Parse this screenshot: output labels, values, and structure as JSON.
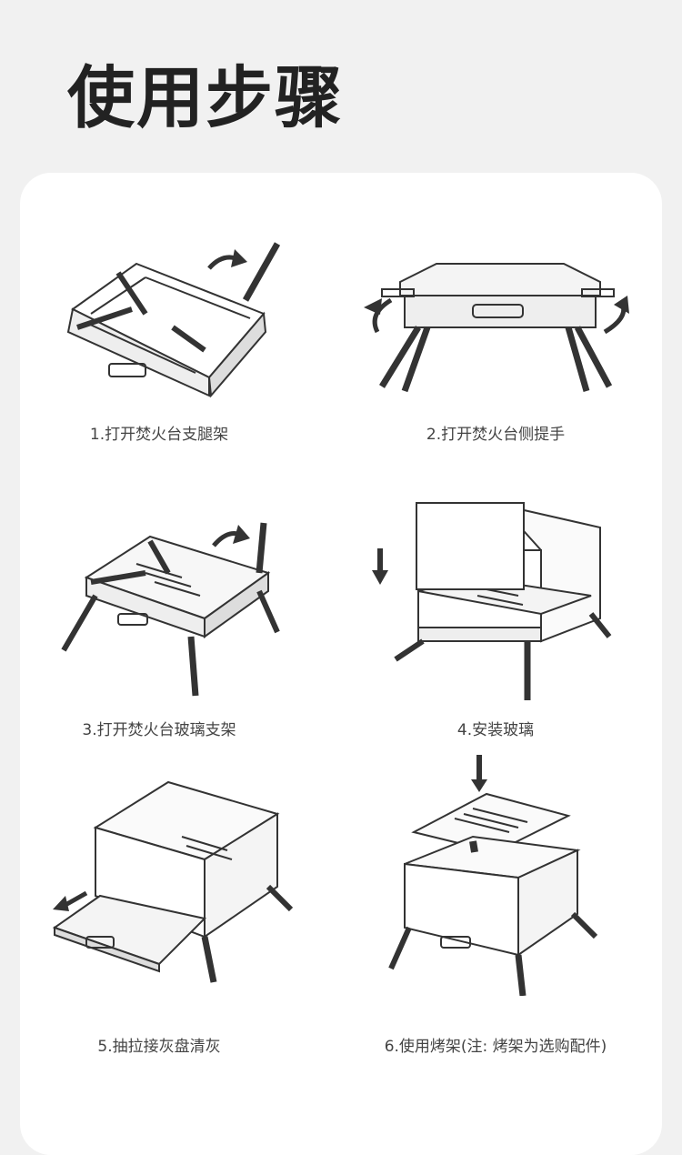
{
  "title": "使用步骤",
  "steps": [
    {
      "caption": "1.打开焚火台支腿架",
      "icon": "rotate-arrow"
    },
    {
      "caption": "2.打开焚火台侧提手",
      "icon": "rotate-arrows"
    },
    {
      "caption": "3.打开焚火台玻璃支架",
      "icon": "rotate-arrow"
    },
    {
      "caption": "4.安装玻璃",
      "icon": "down-arrow"
    },
    {
      "caption": "5.抽拉接灰盘清灰",
      "icon": "left-arrow"
    },
    {
      "caption": "6.使用烤架(注: 烤架为选购配件)",
      "icon": "down-arrow"
    }
  ]
}
